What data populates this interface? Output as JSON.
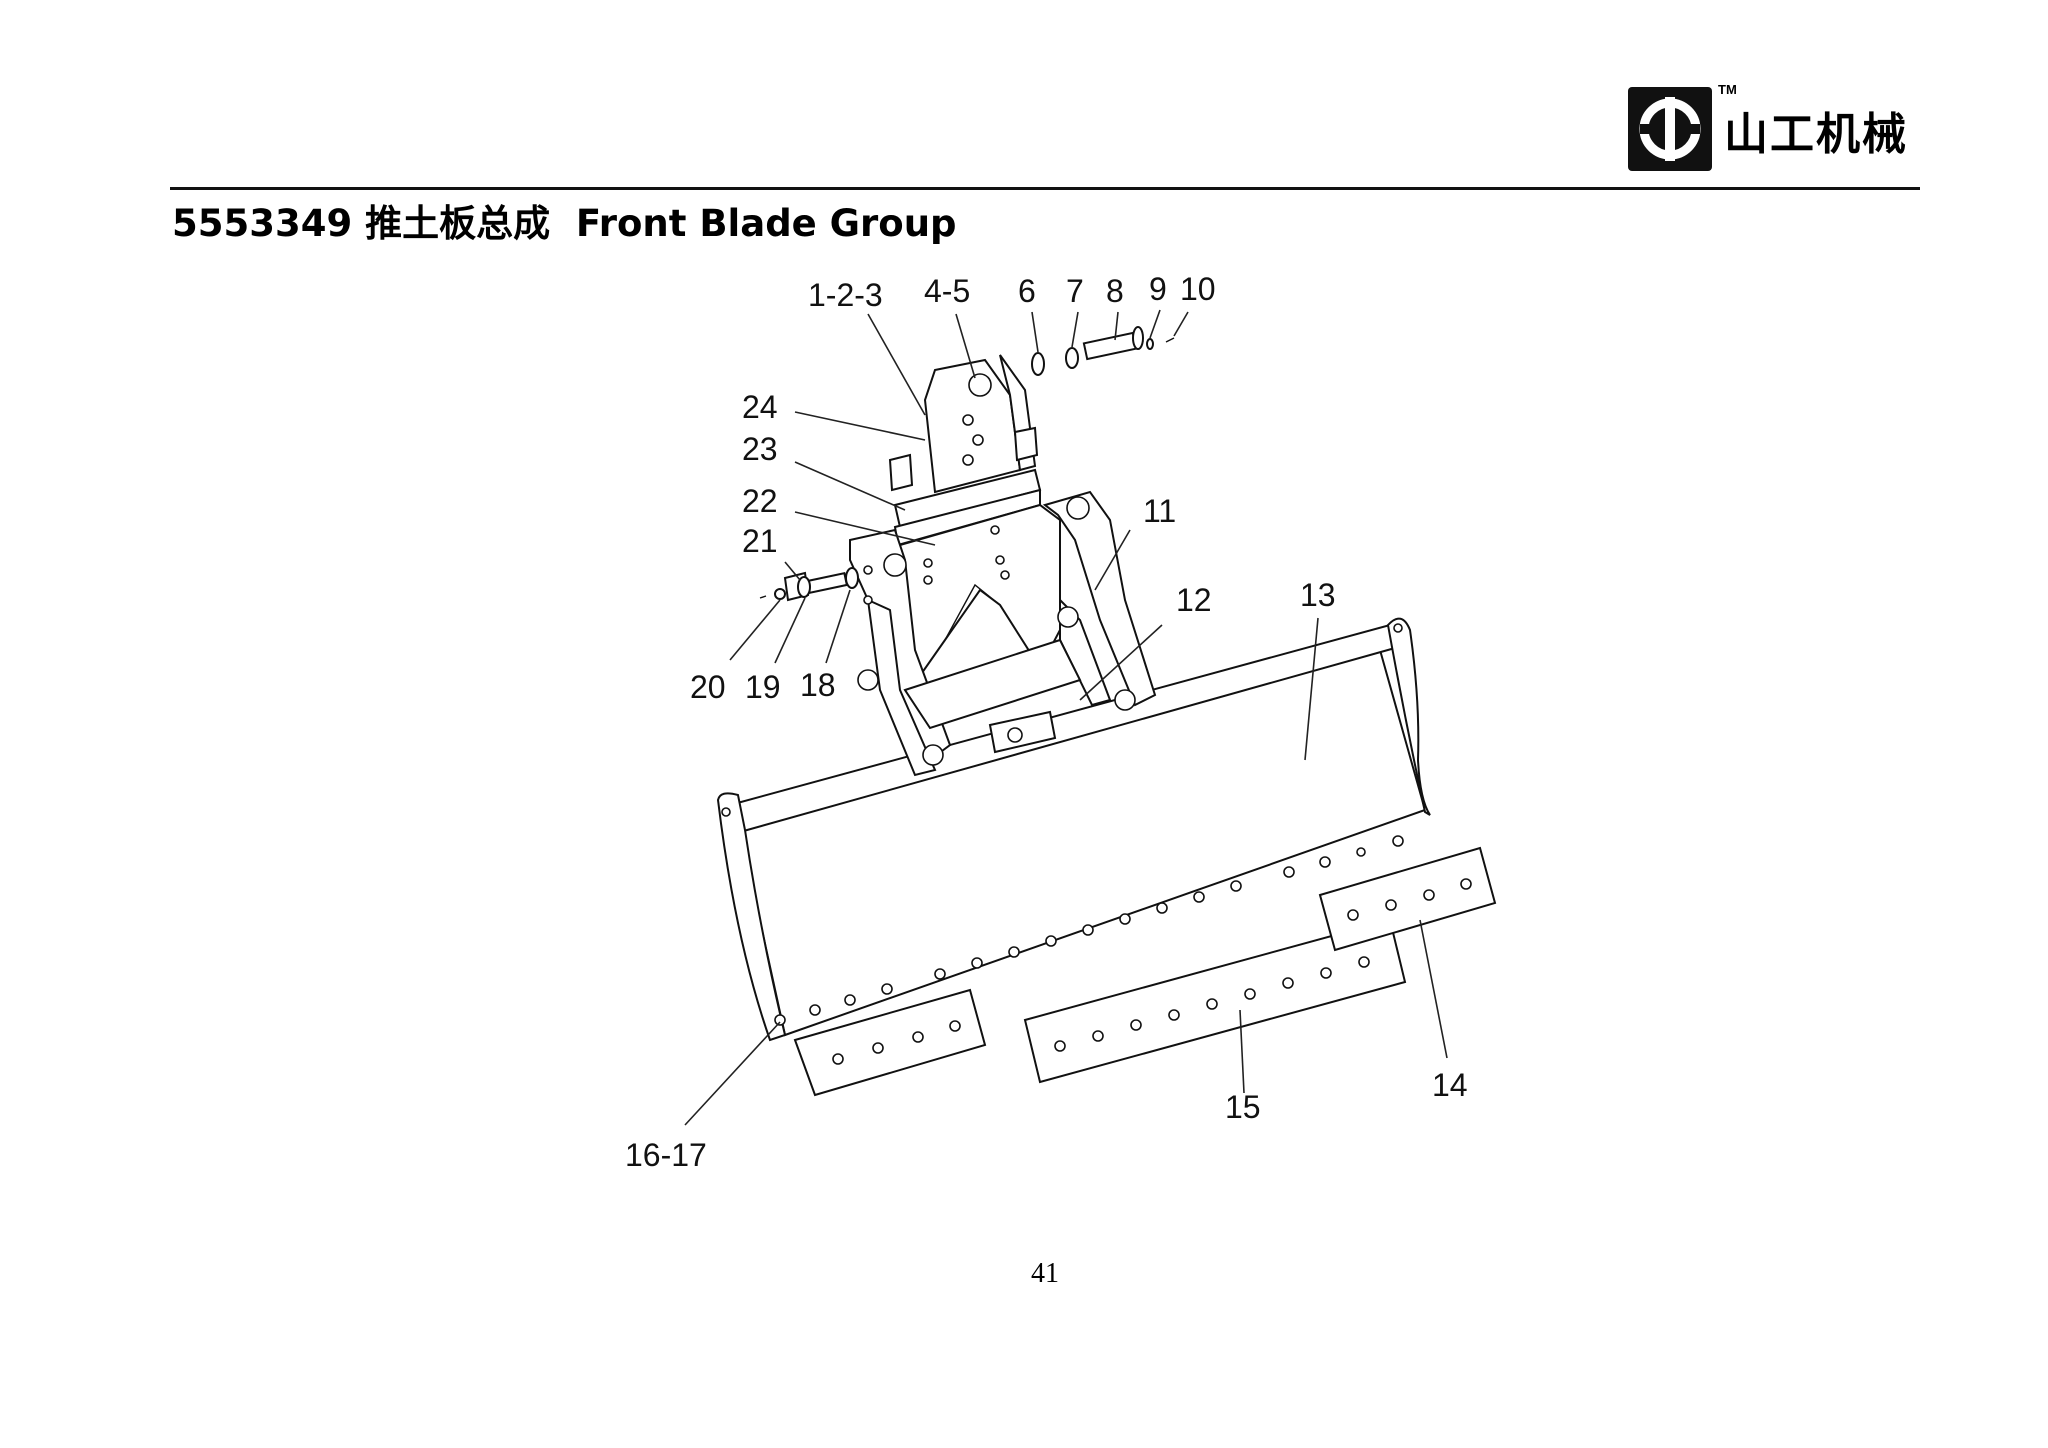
{
  "header": {
    "logo_text": "山工机械",
    "logo_tm": "TM",
    "title": "5553349 推土板总成  Front Blade Group"
  },
  "diagram": {
    "callouts": [
      "1-2-3",
      "4-5",
      "6",
      "7",
      "8",
      "9",
      "10",
      "11",
      "12",
      "13",
      "14",
      "15",
      "16-17",
      "18",
      "19",
      "20",
      "21",
      "22",
      "23",
      "24"
    ]
  },
  "footer": {
    "page_number": "41"
  }
}
